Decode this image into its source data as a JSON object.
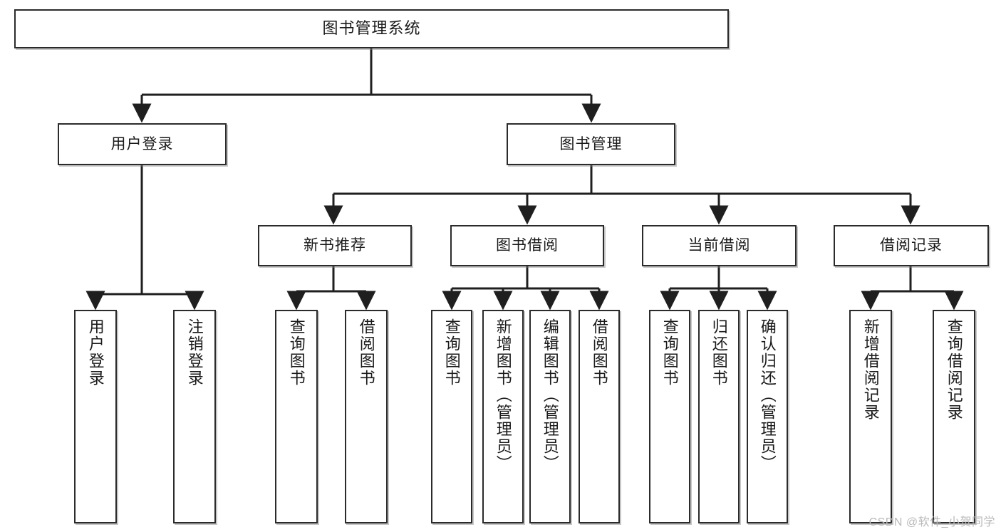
{
  "diagram": {
    "type": "tree",
    "title": "图书管理系统",
    "background_color": "#ffffff",
    "node_border_color": "#2b2b2b",
    "node_fill_color": "#ffffff",
    "edge_color": "#1f1f1f",
    "watermark": "CSDN @软件_小贺同学",
    "levels": 4
  },
  "root": {
    "label": "图书管理系统"
  },
  "level2": [
    {
      "id": "user-login",
      "label": "用户登录"
    },
    {
      "id": "book-management",
      "label": "图书管理"
    }
  ],
  "level3": [
    {
      "id": "new-book-recommend",
      "label": "新书推荐",
      "parent": "book-management"
    },
    {
      "id": "book-borrow",
      "label": "图书借阅",
      "parent": "book-management"
    },
    {
      "id": "current-borrow",
      "label": "当前借阅",
      "parent": "book-management"
    },
    {
      "id": "borrow-record",
      "label": "借阅记录",
      "parent": "book-management"
    }
  ],
  "leaves": {
    "user_login": [
      {
        "id": "leaf-user-login",
        "label": "用户登录"
      },
      {
        "id": "leaf-logout-login",
        "label": "注销登录"
      }
    ],
    "new_book_recommend": [
      {
        "id": "leaf-query-book-1",
        "label": "查询图书"
      },
      {
        "id": "leaf-borrow-book-1",
        "label": "借阅图书"
      }
    ],
    "book_borrow": [
      {
        "id": "leaf-query-book-2",
        "label": "查询图书"
      },
      {
        "id": "leaf-add-book",
        "label": "新增图书（管理员）"
      },
      {
        "id": "leaf-edit-book",
        "label": "编辑图书（管理员）"
      },
      {
        "id": "leaf-borrow-book-2",
        "label": "借阅图书"
      }
    ],
    "current_borrow": [
      {
        "id": "leaf-query-book-3",
        "label": "查询图书"
      },
      {
        "id": "leaf-return-book",
        "label": "归还图书"
      },
      {
        "id": "leaf-confirm-return",
        "label": "确认归还（管理员）"
      }
    ],
    "borrow_record": [
      {
        "id": "leaf-add-record",
        "label": "新增借阅记录"
      },
      {
        "id": "leaf-query-record",
        "label": "查询借阅记录"
      }
    ]
  }
}
